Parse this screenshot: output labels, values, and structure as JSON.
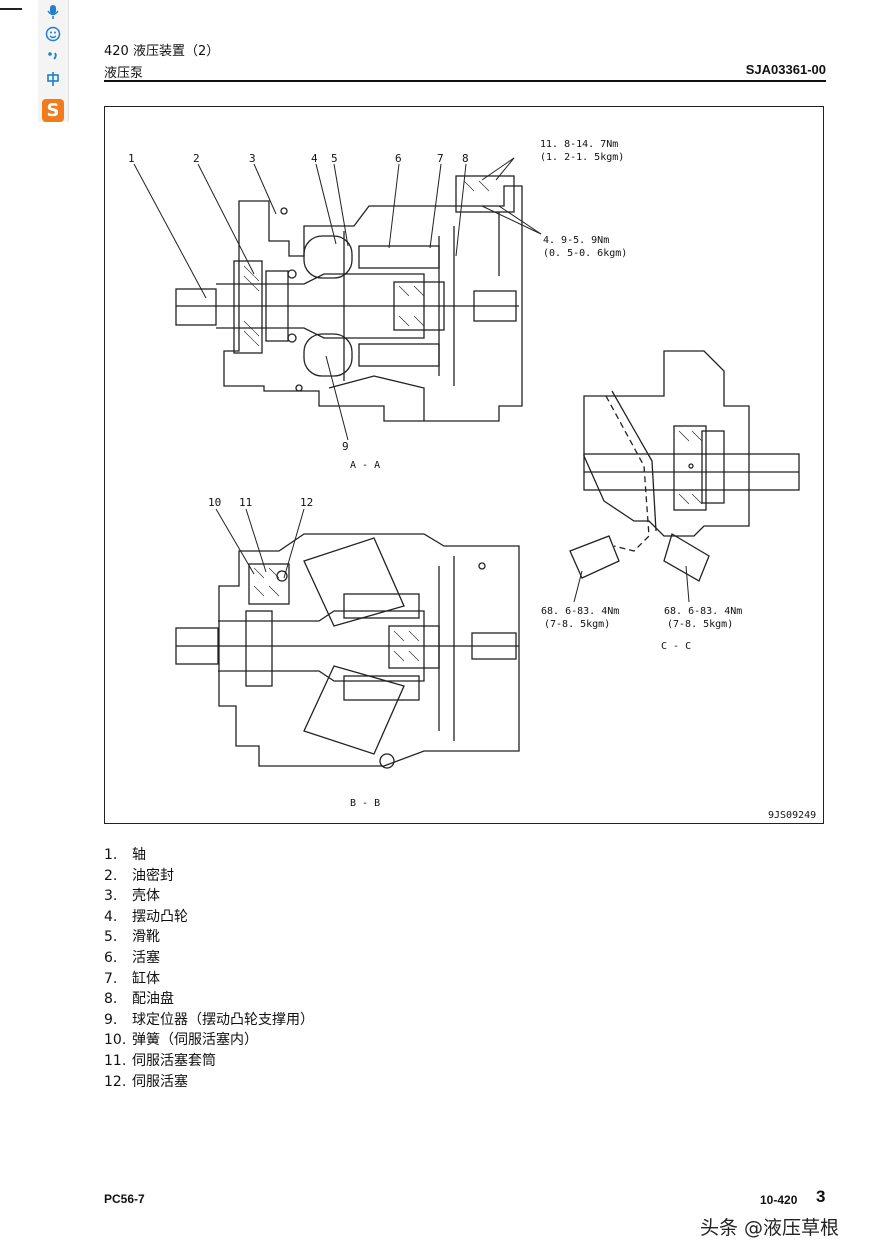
{
  "header": {
    "title": "420 液压装置（2）",
    "subtitle": "液压泵",
    "doc_code": "SJA03361-00"
  },
  "toolbar": {
    "icons": [
      "mic-icon",
      "emoji-icon",
      "punctuation-icon",
      "chinese-input-icon"
    ],
    "logo": "S"
  },
  "drawing": {
    "callouts_aa": [
      "1",
      "2",
      "3",
      "4",
      "5",
      "6",
      "7",
      "8",
      "9"
    ],
    "callouts_bb": [
      "10",
      "11",
      "12"
    ],
    "torque_top_nm": "11. 8-14. 7Nm",
    "torque_top_kgm": "(1. 2-1. 5kgm)",
    "torque_mid_nm": "4. 9-5. 9Nm",
    "torque_mid_kgm": "(0. 5-0. 6kgm)",
    "torque_left_nm": "68. 6-83. 4Nm",
    "torque_left_kgm": "(7-8. 5kgm)",
    "torque_right_nm": "68. 6-83. 4Nm",
    "torque_right_kgm": "(7-8. 5kgm)",
    "section_aa": "A - A",
    "section_bb": "B - B",
    "section_cc": "C - C",
    "drawing_id": "9JS09249"
  },
  "parts": [
    {
      "num": "1.",
      "name": "轴"
    },
    {
      "num": "2.",
      "name": "油密封"
    },
    {
      "num": "3.",
      "name": "壳体"
    },
    {
      "num": "4.",
      "name": "摆动凸轮"
    },
    {
      "num": "5.",
      "name": "滑靴"
    },
    {
      "num": "6.",
      "name": "活塞"
    },
    {
      "num": "7.",
      "name": "缸体"
    },
    {
      "num": "8.",
      "name": "配油盘"
    },
    {
      "num": "9.",
      "name": "球定位器（摆动凸轮支撑用）"
    },
    {
      "num": "10.",
      "name": "弹簧（伺服活塞内）"
    },
    {
      "num": "11.",
      "name": "伺服活塞套筒"
    },
    {
      "num": "12.",
      "name": "伺服活塞"
    }
  ],
  "footer": {
    "model": "PC56-7",
    "page_code": "10-420",
    "page_num": "3",
    "watermark": "头条 @液压草根"
  }
}
